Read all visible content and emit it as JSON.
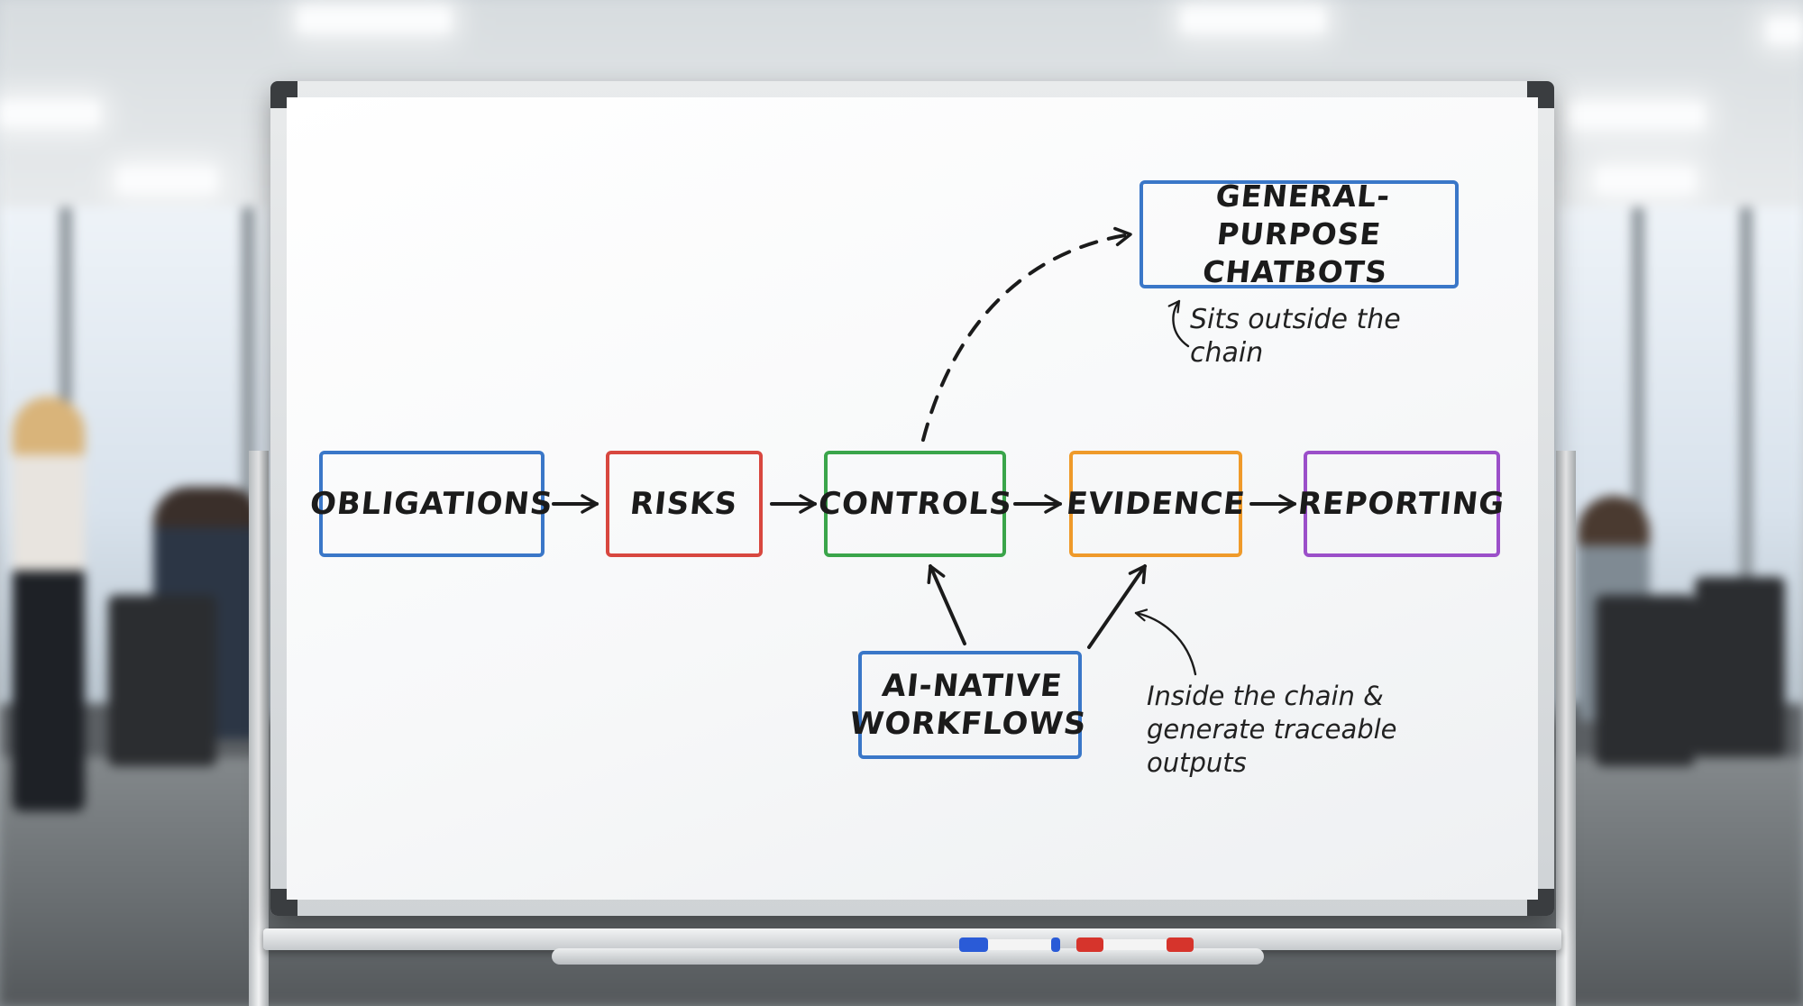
{
  "diagram": {
    "nodes": {
      "obligations": {
        "label": "OBLIGATIONS",
        "color": "#3a77c8"
      },
      "risks": {
        "label": "RISKS",
        "color": "#d8473f"
      },
      "controls": {
        "label": "CONTROLS",
        "color": "#3aa54a"
      },
      "evidence": {
        "label": "EVIDENCE",
        "color": "#ef9a2a"
      },
      "reporting": {
        "label": "REPORTING",
        "color": "#9b4fc9"
      },
      "chatbots": {
        "label": "GENERAL-PURPOSE\nCHATBOTS",
        "color": "#3a77c8"
      },
      "workflows": {
        "label": "AI-NATIVE\nWORKFLOWS",
        "color": "#3a77c8"
      }
    },
    "notes": {
      "outside": "Sits outside the\n chain",
      "inside": "Inside the chain &\ngenerate traceable\noutputs"
    }
  },
  "markers": {
    "colors": [
      "#2a5bd7",
      "#d6342c"
    ]
  }
}
